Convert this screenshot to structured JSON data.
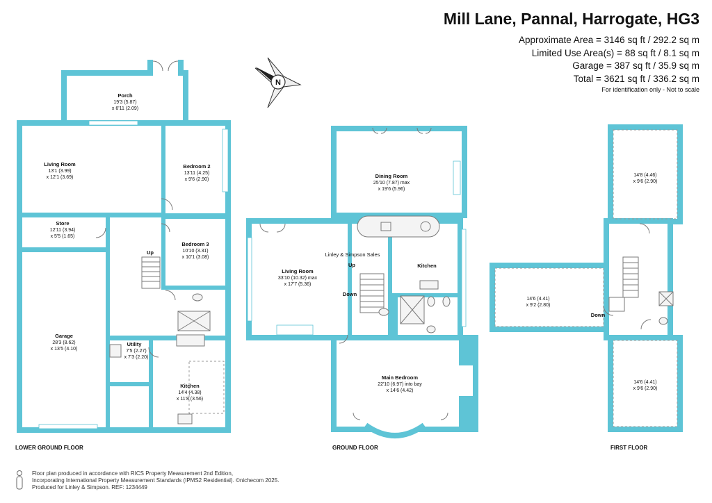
{
  "header": {
    "title": "Mill Lane, Pannal, Harrogate, HG3",
    "area_lines": [
      "Approximate Area = 3146 sq ft / 292.2  sq m",
      "Limited Use Area(s) = 88 sq ft / 8.1 sq m",
      "Garage = 387 sq ft / 35.9 sq m",
      "Total = 3621 sq ft / 336.2 sq m"
    ],
    "disclaimer": "For identification only - Not to scale"
  },
  "compass": {
    "letter": "N",
    "icon": "north-arrow-icon"
  },
  "floors": {
    "lower_ground": {
      "label": "LOWER GROUND FLOOR",
      "rooms": {
        "porch": {
          "name": "Porch",
          "dim1": "19'3 (5.87)",
          "dim2": "x 6'11 (2.09)"
        },
        "living_room": {
          "name": "Living Room",
          "dim1": "13'1 (3.99)",
          "dim2": "x 12'1 (3.69)"
        },
        "bedroom2": {
          "name": "Bedroom 2",
          "dim1": "13'11 (4.25)",
          "dim2": "x 9'6 (2.90)"
        },
        "store": {
          "name": "Store",
          "dim1": "12'11 (3.94)",
          "dim2": "x 5'5 (1.65)"
        },
        "bedroom3": {
          "name": "Bedroom 3",
          "dim1": "10'10 (3.31)",
          "dim2": "x 10'1 (3.08)"
        },
        "garage": {
          "name": "Garage",
          "dim1": "28'3 (8.62)",
          "dim2": "x 13'5 (4.10)"
        },
        "utility": {
          "name": "Utility",
          "dim1": "7'5 (2.27)",
          "dim2": "x 7'3 (2.20)"
        },
        "kitchen": {
          "name": "Kitchen",
          "dim1": "14'4 (4.38)",
          "dim2": "x 11'8 (3.56)"
        }
      },
      "stair_label": "Up"
    },
    "ground": {
      "label": "GROUND FLOOR",
      "rooms": {
        "dining_room": {
          "name": "Dining Room",
          "dim1": "25'10 (7.87) max",
          "dim2": "x 19'6 (5.96)"
        },
        "living_room": {
          "name": "Living Room",
          "dim1": "33'10 (10.32) max",
          "dim2": "x 17'7 (5.36)"
        },
        "kitchen": {
          "name": "Kitchen"
        },
        "main_bedroom": {
          "name": "Main Bedroom",
          "dim1": "22'10 (6.97) into bay",
          "dim2": "x 14'6 (4.42)"
        }
      },
      "watermark": "Linley & Simpson Sales",
      "stair_up": "Up",
      "stair_down": "Down"
    },
    "first": {
      "label": "FIRST FLOOR",
      "rooms": {
        "top_room": {
          "dim1": "14'8 (4.46)",
          "dim2": "x 9'6 (2.90)"
        },
        "middle_room": {
          "dim1": "14'6 (4.41)",
          "dim2": "x 9'2 (2.80)"
        },
        "bottom_room": {
          "dim1": "14'6 (4.41)",
          "dim2": "x 9'6 (2.90)"
        }
      },
      "stair_down": "Down"
    }
  },
  "footer": {
    "line1": "Floor plan produced in accordance with RICS Property Measurement 2nd Edition,",
    "line2": "Incorporating International Property Measurement Standards (IPMS2 Residential).  ©nichecom 2025.",
    "line3": "Produced for Linley & Simpson.   REF: 1234449",
    "icon": "person-scale-icon"
  },
  "colors": {
    "wall": "#5ec4d6",
    "text": "#111111",
    "background": "#ffffff"
  }
}
